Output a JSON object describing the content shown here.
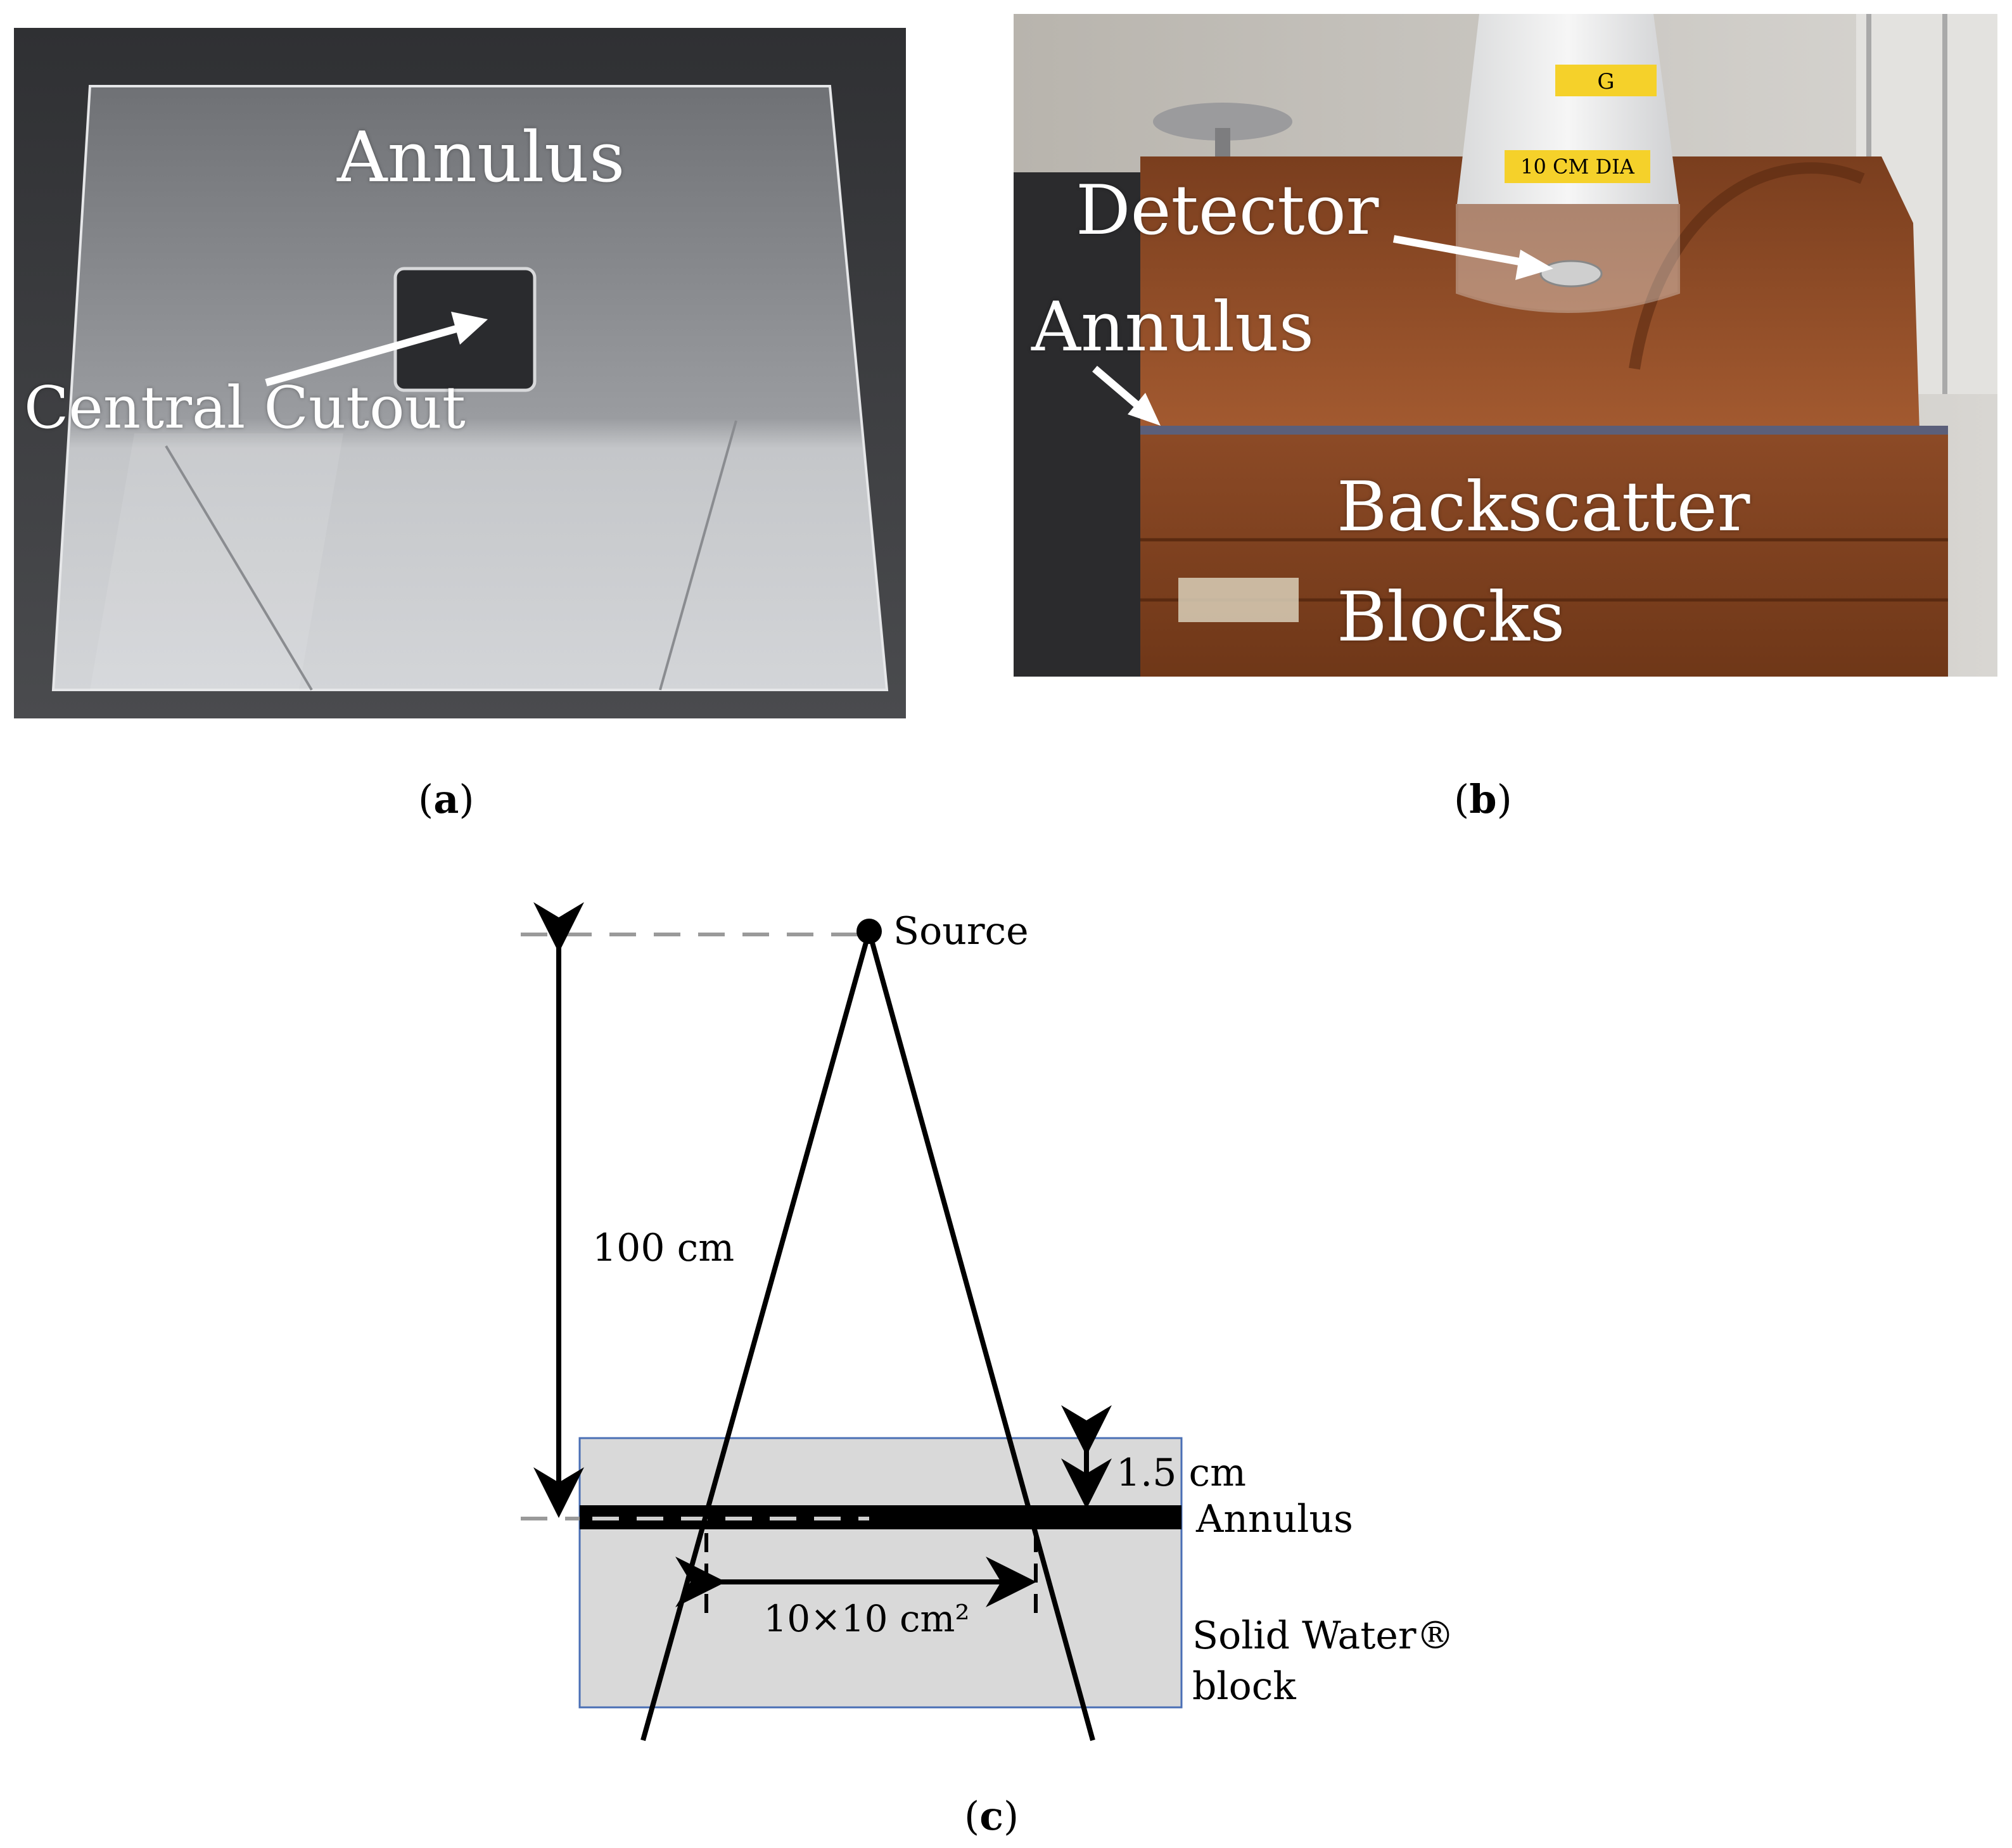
{
  "panel_a": {
    "label_annulus": "Annulus",
    "label_cutout": "Central Cutout",
    "caption_open": "(",
    "caption_letter": "a",
    "caption_close": ")"
  },
  "panel_b": {
    "label_detector": "Detector",
    "label_annulus": "Annulus",
    "label_backscatter_line1": "Backscatter",
    "label_backscatter_line2": "Blocks",
    "cone_tag_g": "G",
    "cone_tag_dia": "10 CM DIA",
    "caption_open": "(",
    "caption_letter": "b",
    "caption_close": ")"
  },
  "panel_c": {
    "source_label": "Source",
    "distance_label": "100 cm",
    "depth_label": "1.5 cm",
    "annulus_label": "Annulus",
    "field_label": "10×10 cm²",
    "block_label_line1": "Solid Water®",
    "block_label_line2": "block",
    "caption_open": "(",
    "caption_letter": "c",
    "caption_close": ")"
  },
  "colors": {
    "photo_a_bg": "#3f3f41",
    "acrylic": "#c9ccd0",
    "backscatter_brown": "#8a4a26",
    "block_fill": "#d9d9d9",
    "block_edge": "#4a6fb5",
    "dashed_guide": "#9a9a9a"
  }
}
